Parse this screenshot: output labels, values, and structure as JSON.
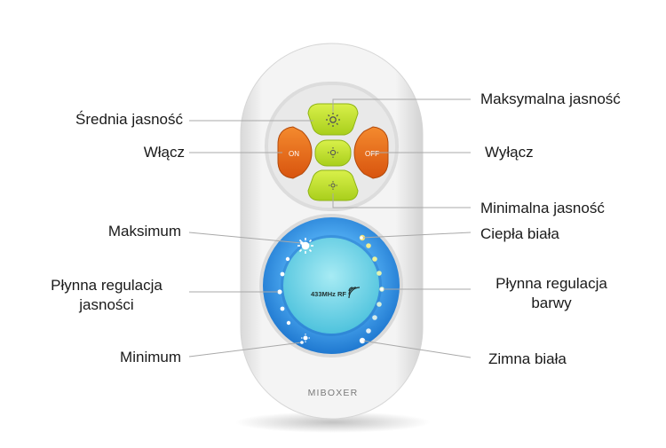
{
  "device": {
    "brand": "MIBOXER",
    "rf_label": "433MHz RF",
    "on_label": "ON",
    "off_label": "OFF"
  },
  "labels": {
    "srednia": "Średnia jasność",
    "wlacz": "Włącz",
    "maksymalna": "Maksymalna jasność",
    "wylacz": "Wyłącz",
    "minimalna": "Minimalna jasność",
    "maksimum": "Maksimum",
    "ciepla": "Ciepła biała",
    "plynna_jasnosci_1": "Płynna regulacja",
    "plynna_jasnosci_2": "jasności",
    "plynna_barwy_1": "Płynna regulacja",
    "plynna_barwy_2": "barwy",
    "minimum": "Minimum",
    "zimna": "Zimna biała"
  },
  "colors": {
    "remote_body": "#f1f1f1",
    "brightness_buttons": "#c5e434",
    "power_buttons": "#e86b1c",
    "ring_blue": "#2f8fe3",
    "center_cyan": "#6fd4e8"
  }
}
